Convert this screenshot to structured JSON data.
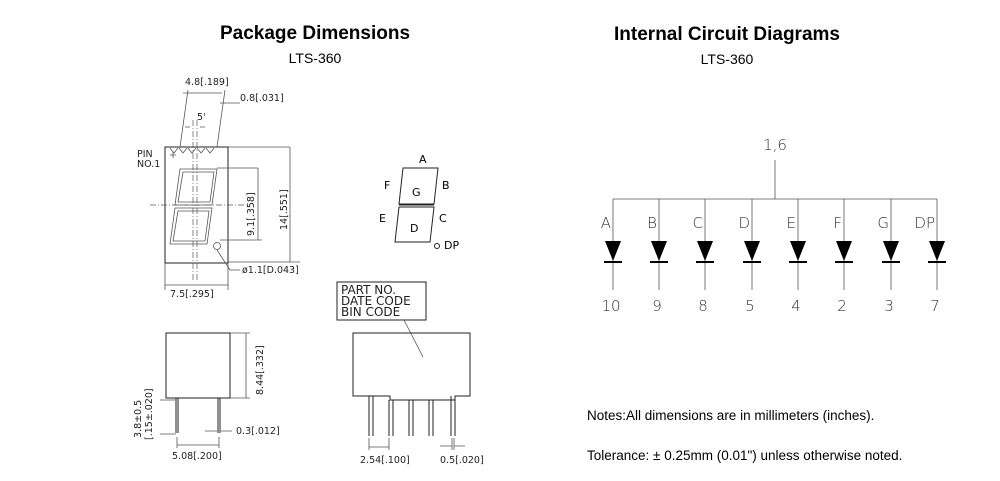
{
  "package": {
    "title": "Package Dimensions",
    "model": "LTS-360",
    "dims": {
      "width_top": "4.8[.189]",
      "segment_width": "0.8[.031]",
      "slant": "5'",
      "pin_no": "PIN",
      "pin_no2": "NO.1",
      "digit_height": "9.1[.358]",
      "body_height": "14[.551]",
      "dp_dia": "ø1.1[D.043]",
      "body_width": "7.5[.295]",
      "side_height": "8.44[.332]",
      "pin_len_mm": "3.8±0.5",
      "pin_len_in": "[.15±.020]",
      "pin_thick": "0.3[.012]",
      "row_spacing": "5.08[.200]",
      "pin_pitch": "2.54[.100]",
      "pin_width": "0.5[.020]"
    },
    "segments": [
      "A",
      "B",
      "C",
      "D",
      "E",
      "F",
      "G",
      "DP"
    ],
    "label_box": [
      "PART NO.",
      "DATE CODE",
      "BIN CODE"
    ]
  },
  "circuit": {
    "title": "Internal Circuit Diagrams",
    "model": "LTS-360",
    "common_pins": "1,6",
    "diodes": [
      {
        "segment": "A",
        "pin": "10"
      },
      {
        "segment": "B",
        "pin": "9"
      },
      {
        "segment": "C",
        "pin": "8"
      },
      {
        "segment": "D",
        "pin": "5"
      },
      {
        "segment": "E",
        "pin": "4"
      },
      {
        "segment": "F",
        "pin": "2"
      },
      {
        "segment": "G",
        "pin": "3"
      },
      {
        "segment": "DP",
        "pin": "7"
      }
    ]
  },
  "notes": {
    "line1": "Notes:All dimensions are in millimeters (inches).",
    "line2": "Tolerance: ± 0.25mm (0.01\") unless otherwise noted."
  }
}
